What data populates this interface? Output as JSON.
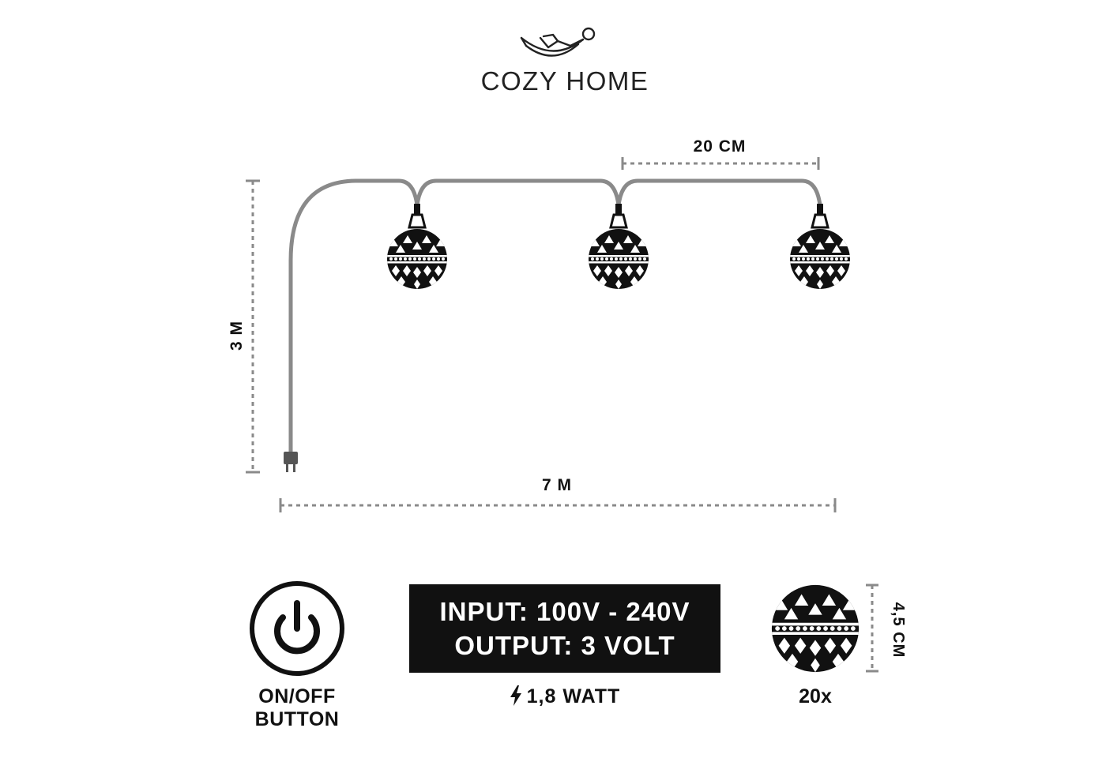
{
  "brand": {
    "name": "COZY HOME",
    "logo_icon": "hammock-person-icon"
  },
  "dimensions": {
    "spacing": "20 CM",
    "height": "3 M",
    "length": "7 M",
    "ball_diameter": "4,5 CM"
  },
  "specs": {
    "input": "INPUT: 100V - 240V",
    "output": "OUTPUT: 3 VOLT",
    "power": "1,8 WATT",
    "power_icon": "lightning-bolt-icon"
  },
  "features": {
    "button_label_1": "ON/OFF",
    "button_label_2": "BUTTON",
    "button_icon": "power-button-icon",
    "quantity": "20x",
    "ball_icon": "patterned-ball-icon"
  },
  "colors": {
    "cable": "#8a8a8a",
    "ink": "#111111",
    "dash": "#8a8a8a"
  }
}
